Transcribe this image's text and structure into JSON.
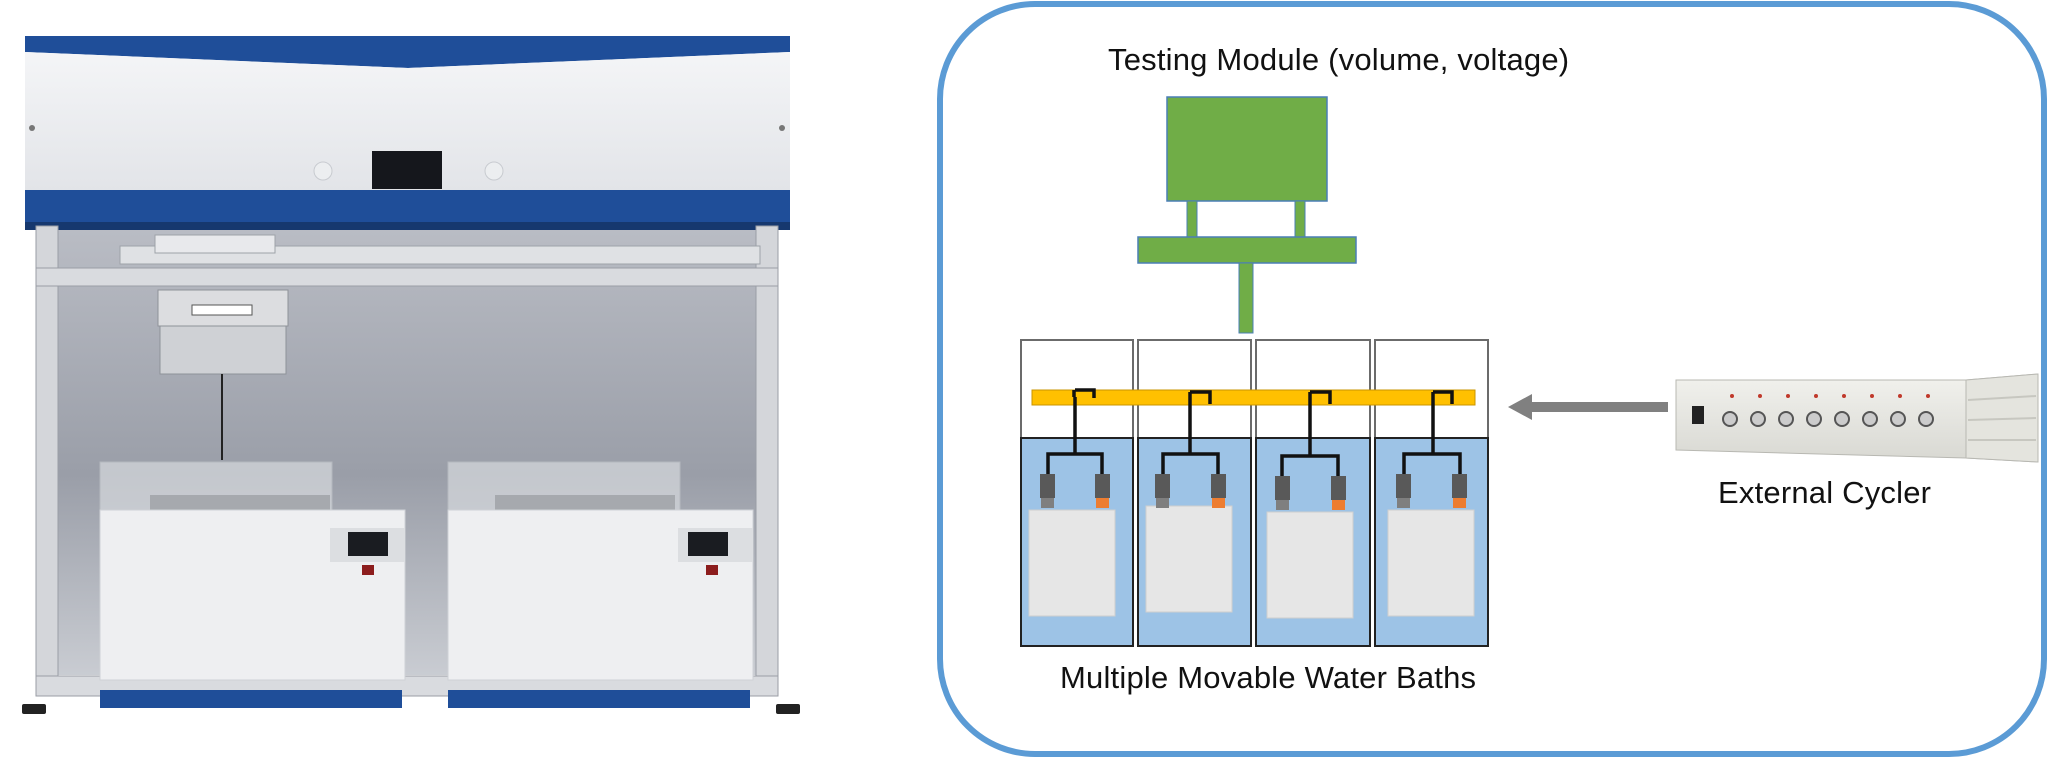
{
  "diagram": {
    "testing_module_label": "Testing Module (volume, voltage)",
    "water_baths_label": "Multiple Movable Water Baths",
    "external_cycler_label": "External Cycler"
  },
  "colors": {
    "frame_border": "#5b9bd5",
    "testing_module": "#70ad47",
    "testing_module_border": "#4a7fb5",
    "bus_bar": "#ffc000",
    "water": "#9dc3e6",
    "cell": "#e6e6e6",
    "arrow": "#808080",
    "machine_blue": "#1f4e99"
  },
  "icons": {
    "machine_photo": "automated-water-bath-testing-machine",
    "cycler_photo": "battery-cycler-rack-unit",
    "arrow": "left-arrow-icon"
  }
}
